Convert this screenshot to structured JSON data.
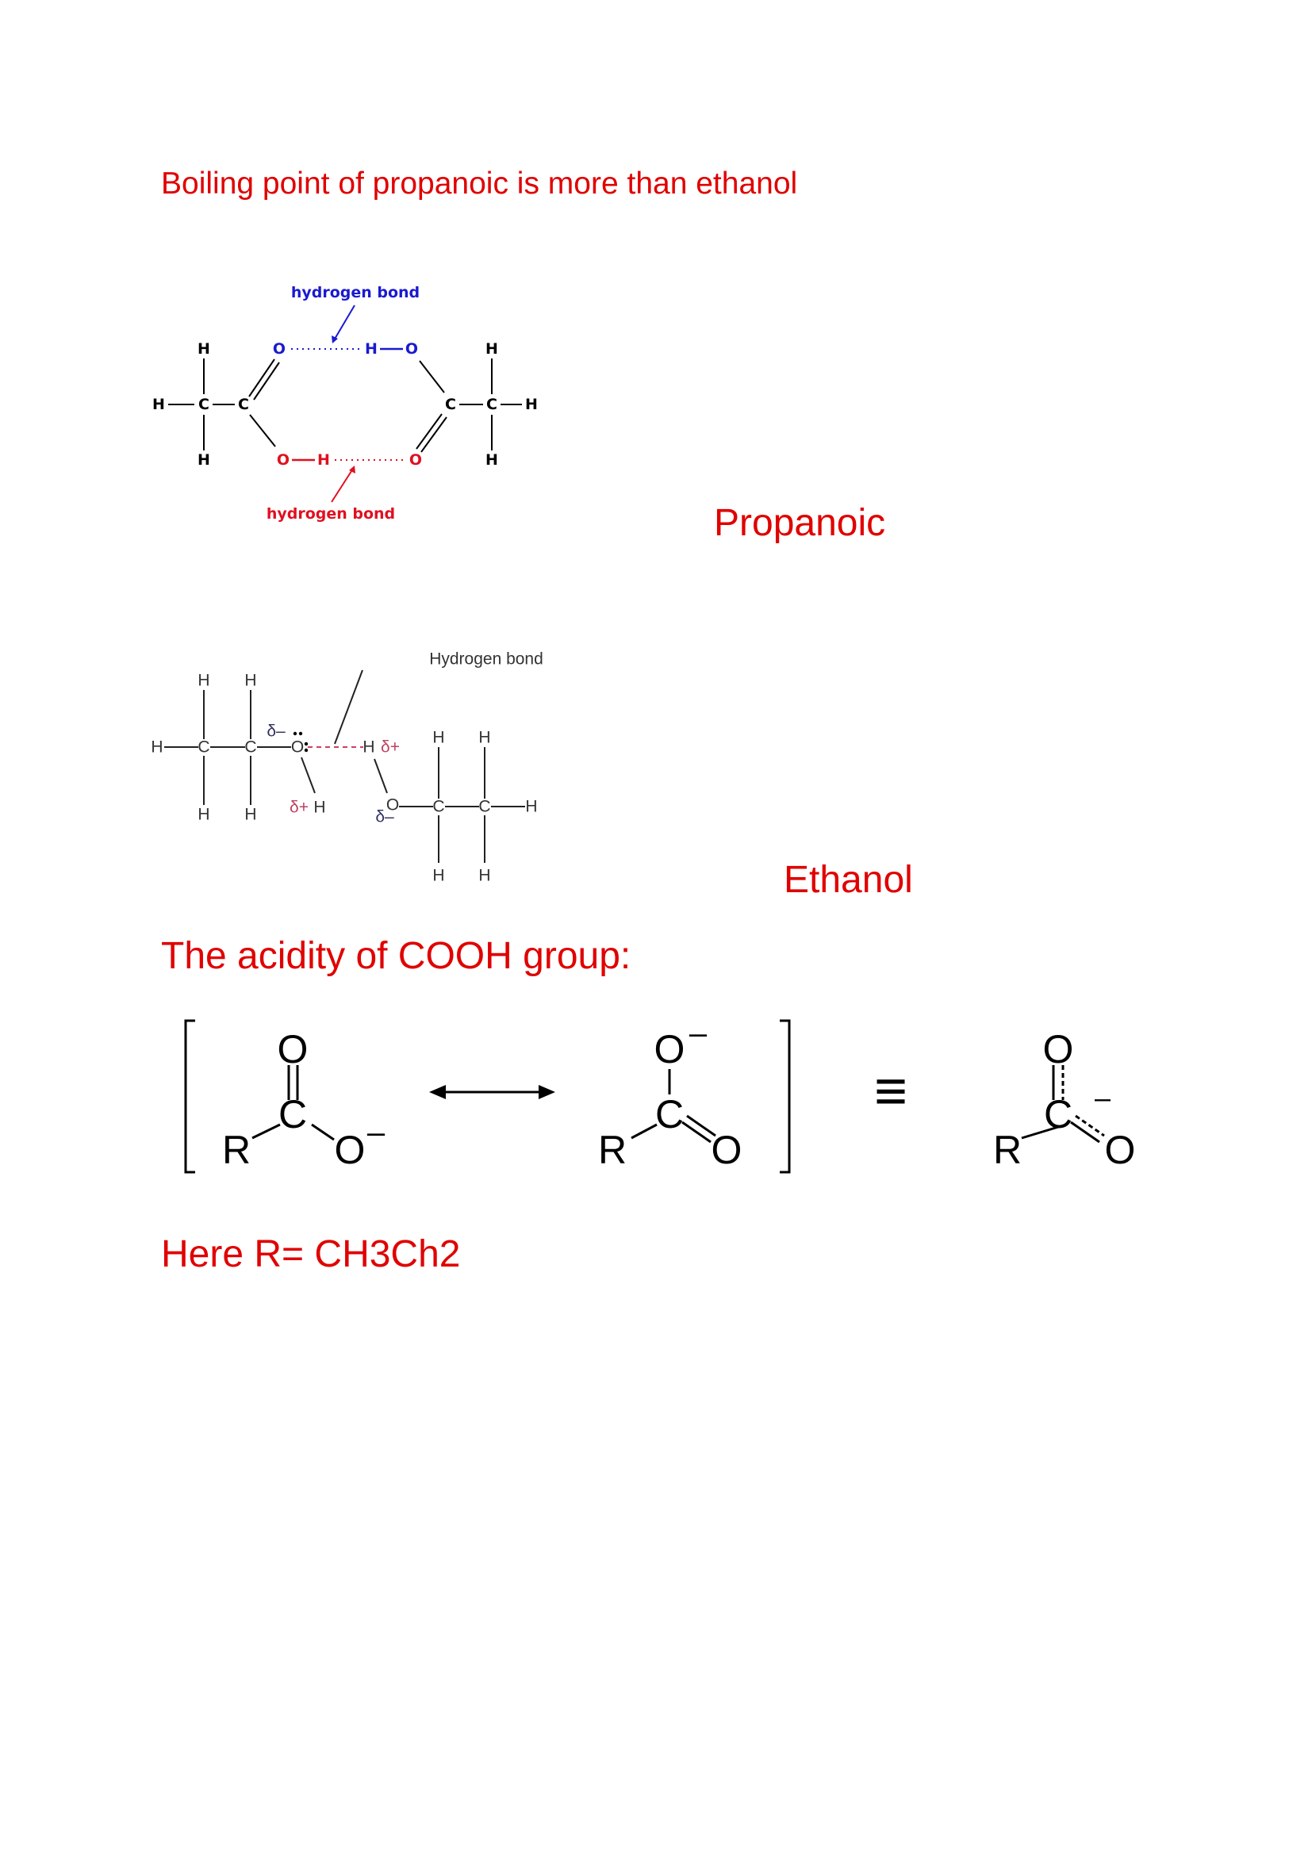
{
  "headings": {
    "boiling": "Boiling point of propanoic is more than ethanol",
    "propanoic": "Propanoic",
    "ethanol": "Ethanol",
    "acidity": "The acidity of COOH group:",
    "r_group": "Here R= CH3Ch2"
  },
  "propanoic_diagram": {
    "label_top": "hydrogen bond",
    "label_bottom": "hydrogen bond"
  },
  "ethanol_diagram": {
    "label": "Hydrogen bond",
    "delta_minus": "δ–",
    "delta_plus": "δ+"
  },
  "atoms": {
    "H": "H",
    "C": "C",
    "O": "O",
    "R": "R"
  },
  "resonance": {
    "minus": "–",
    "equivalent": "≡"
  },
  "colors": {
    "heading": "#e00000",
    "blue": "#1a1ad0",
    "red": "#e01020",
    "delta_plus": "#c04060",
    "delta_minus": "#303060"
  }
}
